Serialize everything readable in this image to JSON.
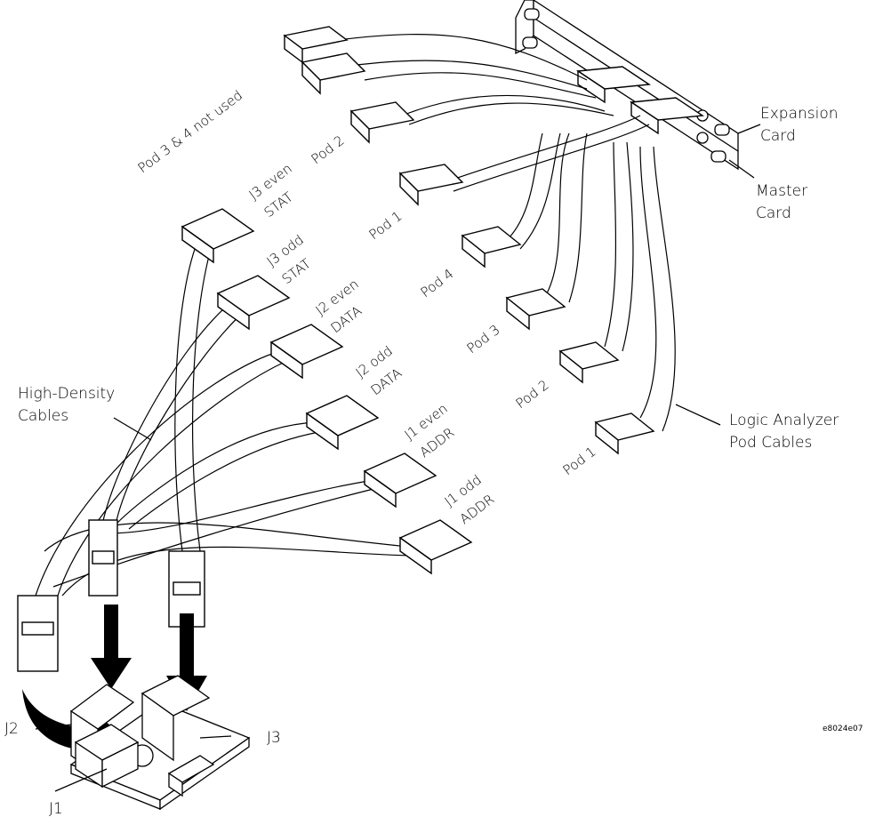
{
  "callouts": {
    "expansion_card": [
      "Expansion",
      "Card"
    ],
    "master_card": [
      "Master",
      "Card"
    ],
    "high_density_cables": [
      "High-Density",
      "Cables"
    ],
    "logic_analyzer_pod_cables": [
      "Logic Analyzer",
      "Pod Cables"
    ],
    "j1": "J1",
    "j2": "J2",
    "j3": "J3"
  },
  "left_connectors": [
    [
      "J3 even",
      "STAT"
    ],
    [
      "J3 odd",
      "STAT"
    ],
    [
      "J2 even",
      "DATA"
    ],
    [
      "J2 odd",
      "DATA"
    ],
    [
      "J1 even",
      "ADDR"
    ],
    [
      "J1 odd",
      "ADDR"
    ]
  ],
  "expansion_pods": [
    "Pod 3 & 4 not used",
    "Pod 2",
    "Pod 1"
  ],
  "master_pods": [
    "Pod 4",
    "Pod 3",
    "Pod 2",
    "Pod 1"
  ],
  "figure_id": "e8024e07"
}
